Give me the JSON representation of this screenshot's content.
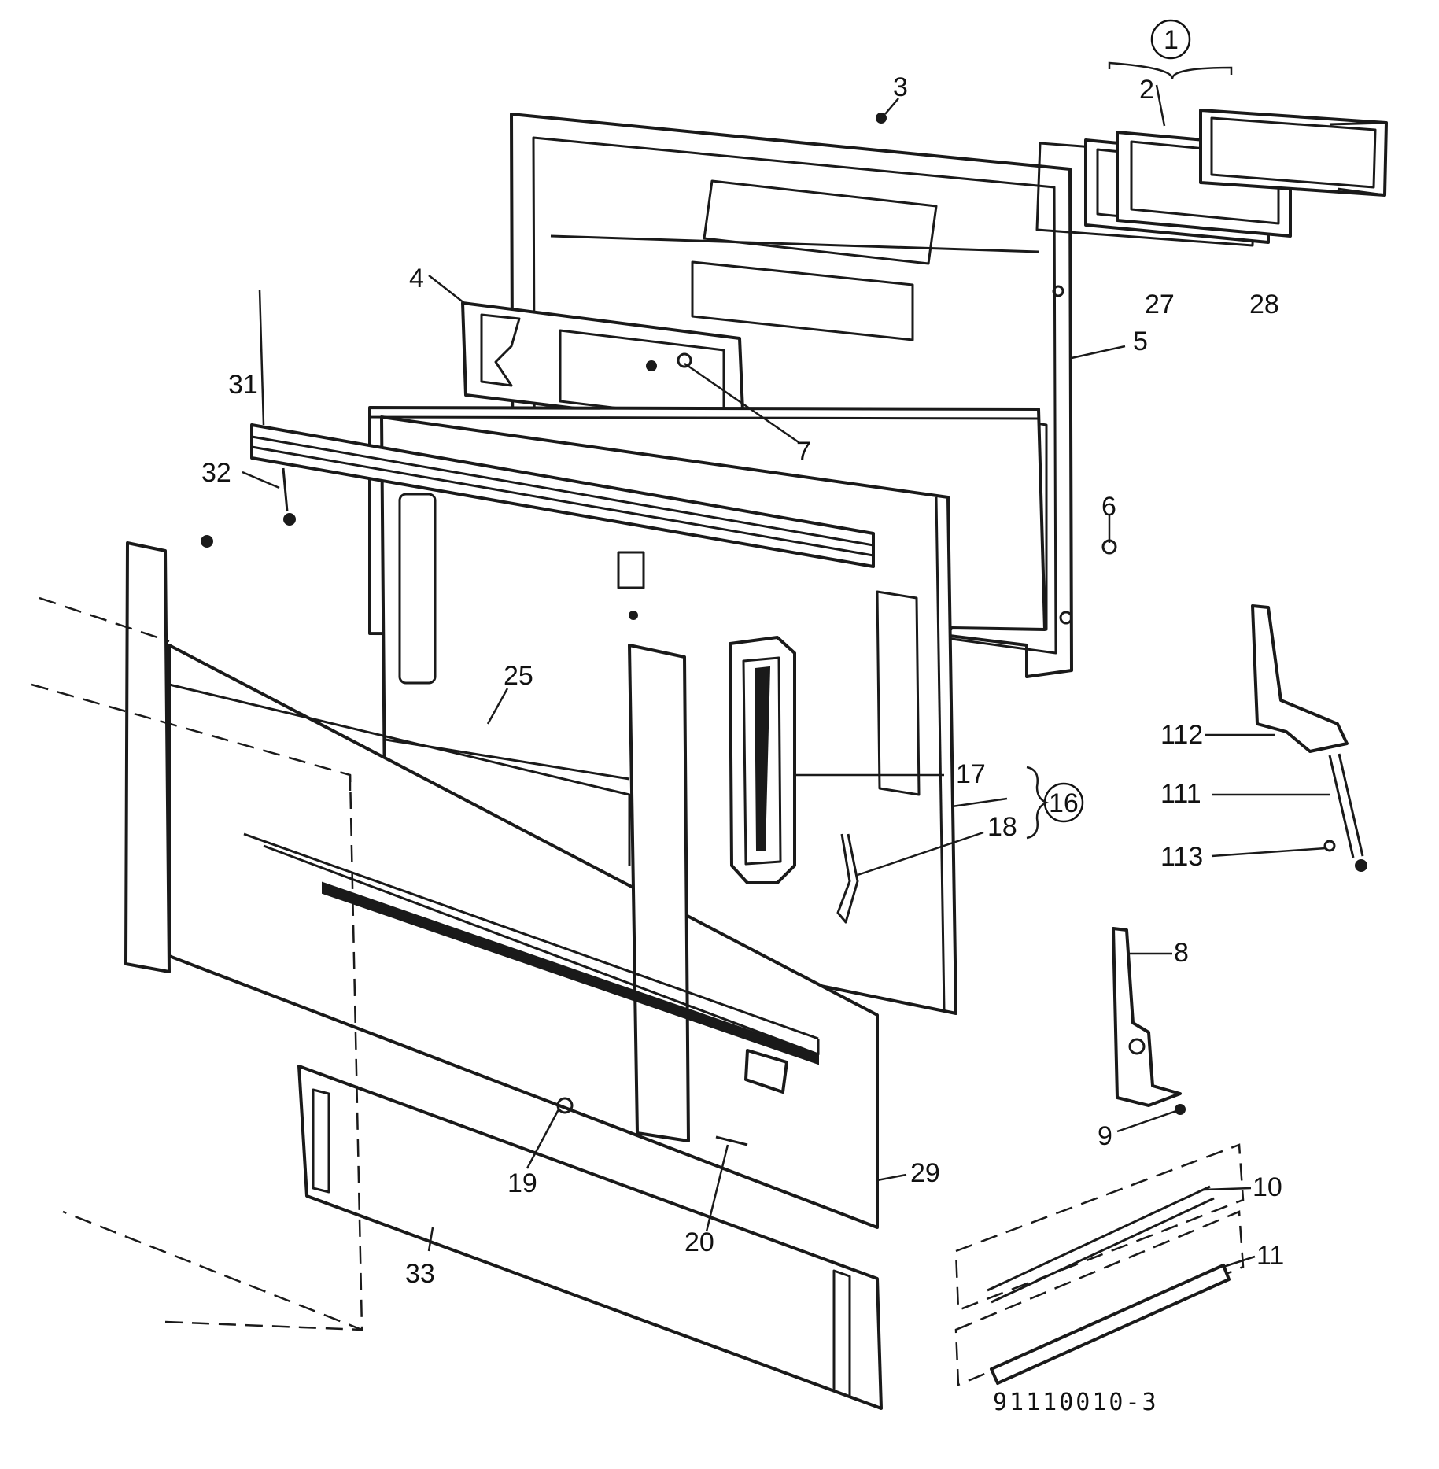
{
  "drawing_number": "91110010-3",
  "callouts": {
    "c1": "1",
    "c2": "2",
    "c3": "3",
    "c4": "4",
    "c5": "5",
    "c6": "6",
    "c7": "7",
    "c8": "8",
    "c9": "9",
    "c10": "10",
    "c11": "11",
    "c16": "16",
    "c17": "17",
    "c18": "18",
    "c19": "19",
    "c20": "20",
    "c25": "25",
    "c27": "27",
    "c28": "28",
    "c29": "29",
    "c31": "31",
    "c32": "32",
    "c33": "33",
    "c111": "111",
    "c112": "112",
    "c113": "113"
  }
}
